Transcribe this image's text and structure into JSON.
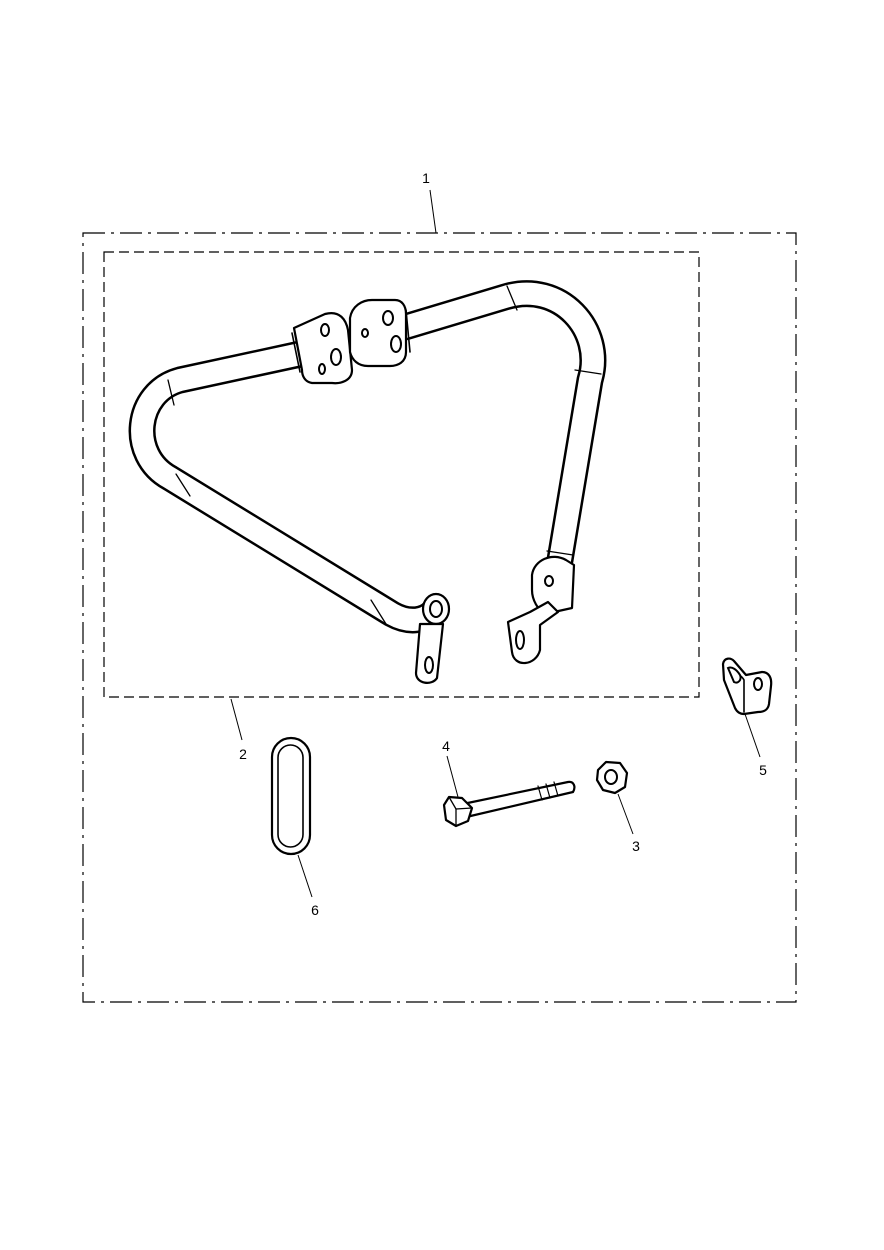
{
  "callouts": {
    "kit": "1",
    "crash_bar": "2",
    "nut": "3",
    "bolt": "4",
    "bracket": "5",
    "trim_ring": "6"
  }
}
